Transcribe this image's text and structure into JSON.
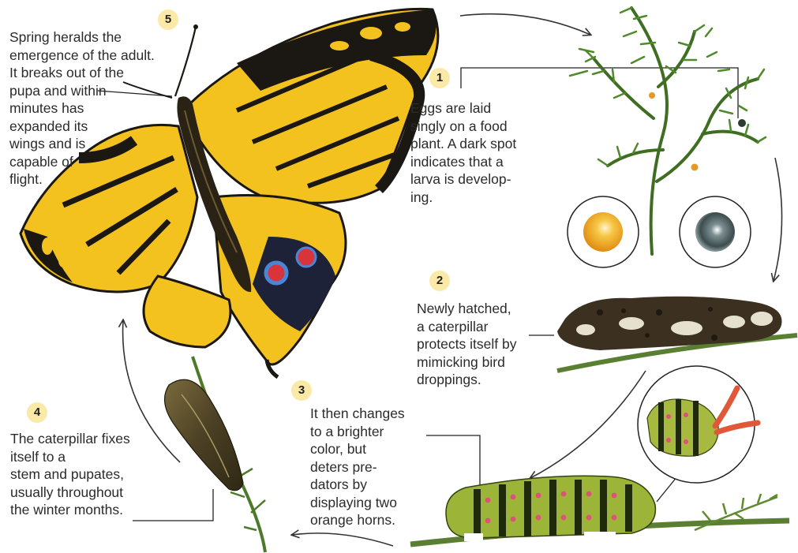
{
  "stages": [
    {
      "num": "1",
      "text": "Eggs are laid\nsingly on a food\nplant. A dark spot\nindicates that a\nlarva is develop-\ning."
    },
    {
      "num": "2",
      "text": "Newly hatched,\na caterpillar\nprotects itself by\nmimicking bird\ndroppings."
    },
    {
      "num": "3",
      "text": "It then changes\nto a brighter\ncolor, but\ndeters pre-\ndators by\ndisplaying two\norange horns."
    },
    {
      "num": "4",
      "text": "The caterpillar fixes\nitself to a\nstem and pupates,\nusually throughout\nthe winter months."
    },
    {
      "num": "5",
      "text": "Spring heralds the\nemergence of the adult.\nIt breaks out of the\npupa and within\nminutes has\nexpanded its\nwings and is\ncapable of\nflight."
    }
  ],
  "colors": {
    "wing_yellow": "#f4c21f",
    "wing_black": "#1b1712",
    "eyespot_red": "#d9343b",
    "eyespot_blue": "#4a86d6",
    "plant_green": "#4c7a2a",
    "caterpillar_green": "#9fb53a",
    "caterpillar_pink": "#e0507a",
    "egg_yellow": "#f2a81c",
    "badge_fill": "#fbe9a7"
  }
}
